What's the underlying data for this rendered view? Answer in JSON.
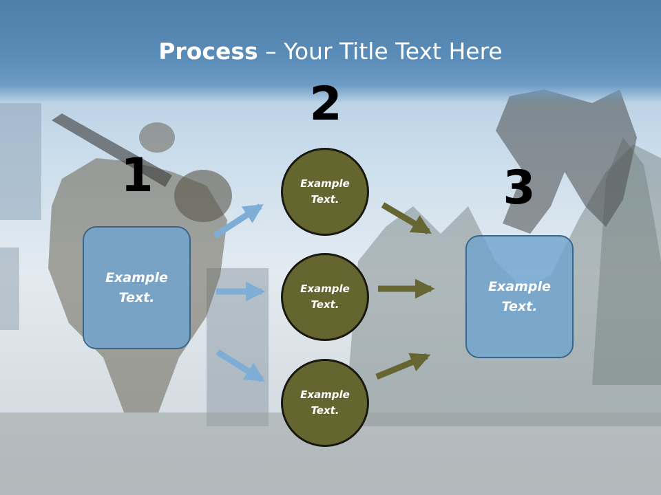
{
  "title": {
    "strong": "Process",
    "rest": " – Your Title Text Here"
  },
  "steps": [
    {
      "number": "1",
      "label": "Example\nText."
    },
    {
      "number": "2"
    },
    {
      "number": "3",
      "label": "Example\nText."
    }
  ],
  "circles": [
    {
      "label": "Example\nText."
    },
    {
      "label": "Example\nText."
    },
    {
      "label": "Example\nText."
    }
  ],
  "colors": {
    "title_band": "#5a8cb8",
    "square_fill": "#70a3ce",
    "square_border": "#3d6587",
    "circle_fill": "#656530",
    "circle_border": "#181810",
    "arrow_blue": "#7eaed6",
    "arrow_olive": "#666633"
  },
  "background_image": "paintball-players-photo"
}
